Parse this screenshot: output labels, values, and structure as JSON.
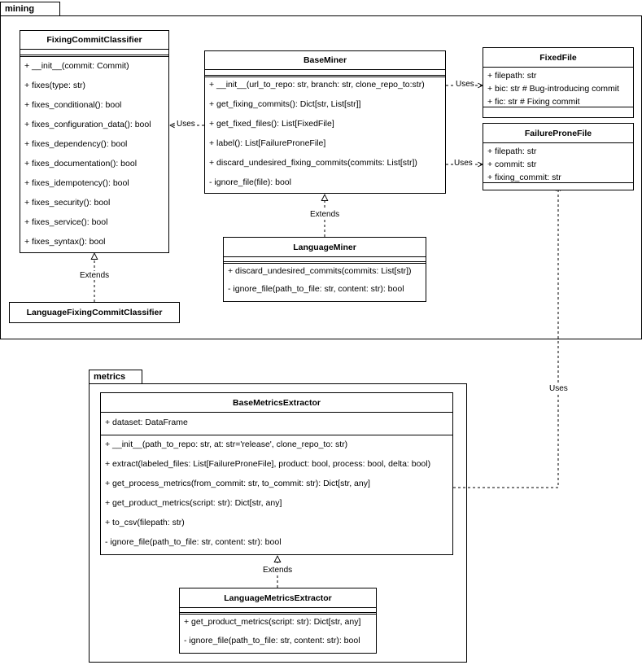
{
  "packages": {
    "mining": {
      "name": "mining"
    },
    "metrics": {
      "name": "metrics"
    }
  },
  "classes": {
    "fixing_commit_classifier": {
      "name": "FixingCommitClassifier",
      "methods": [
        "+ __init__(commit: Commit)",
        "+ fixes(type: str)",
        "+ fixes_conditional(): bool",
        "+ fixes_configuration_data(): bool",
        "+ fixes_dependency(): bool",
        "+ fixes_documentation(): bool",
        "+ fixes_idempotency(): bool",
        "+ fixes_security(): bool",
        "+ fixes_service(): bool",
        "+ fixes_syntax(): bool"
      ]
    },
    "language_fixing_commit_classifier": {
      "name": "LanguageFixingCommitClassifier"
    },
    "base_miner": {
      "name": "BaseMiner",
      "methods": [
        "+ __init__(url_to_repo: str, branch: str, clone_repo_to:str)",
        "+ get_fixing_commits(): Dict[str, List[str]]",
        "+ get_fixed_files(): List[FixedFile]",
        "+ label(): List[FailureProneFile]",
        "+ discard_undesired_fixing_commits(commits: List[str])",
        "- ignore_file(file): bool"
      ]
    },
    "language_miner": {
      "name": "LanguageMiner",
      "methods": [
        "+ discard_undesired_commits(commits: List[str])",
        "- ignore_file(path_to_file: str, content: str): bool"
      ]
    },
    "fixed_file": {
      "name": "FixedFile",
      "attributes": [
        "+ filepath: str",
        "+ bic: str # Bug-introducing commit",
        "+ fic: str  # Fixing commit"
      ]
    },
    "failure_prone_file": {
      "name": "FailureProneFile",
      "attributes": [
        "+ filepath: str",
        "+ commit: str",
        "+ fixing_commit: str"
      ]
    },
    "base_metrics_extractor": {
      "name": "BaseMetricsExtractor",
      "attributes": [
        "+ dataset: DataFrame"
      ],
      "methods": [
        "+ __init__(path_to_repo: str, at: str='release', clone_repo_to: str)",
        "+ extract(labeled_files: List[FailureProneFile], product: bool, process: bool, delta: bool)",
        "+ get_process_metrics(from_commit: str, to_commit: str): Dict[str, any]",
        "+ get_product_metrics(script: str): Dict[str, any]",
        "+ to_csv(filepath: str)",
        "- ignore_file(path_to_file: str, content: str): bool"
      ]
    },
    "language_metrics_extractor": {
      "name": "LanguageMetricsExtractor",
      "methods": [
        "+ get_product_metrics(script: str): Dict[str, any]",
        "- ignore_file(path_to_file: str, content: str): bool"
      ]
    }
  },
  "relations": {
    "uses_classifier": "Uses",
    "uses_fixed_file": "Uses",
    "uses_failure_prone_file": "Uses",
    "uses_metrics": "Uses",
    "extends_classifier": "Extends",
    "extends_miner": "Extends",
    "extends_metrics": "Extends"
  }
}
